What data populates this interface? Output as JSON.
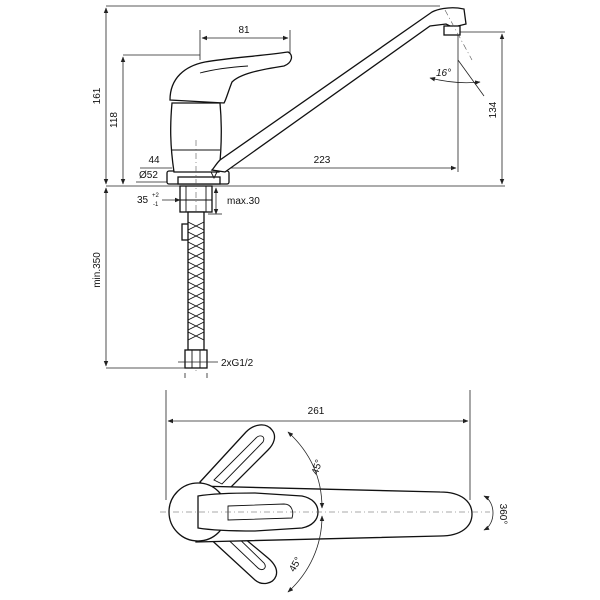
{
  "side_view": {
    "overall_height": "161",
    "body_height": "118",
    "lever_width": "81",
    "spout_height": "134",
    "spout_reach": "223",
    "base_width": "44",
    "base_diameter": "Ø52",
    "deck_thickness_value": "35",
    "deck_tol_plus": "+2",
    "deck_tol_minus": "-1",
    "max_thickness": "max.30",
    "spout_angle": "16°",
    "hose_length": "min.350",
    "connection": "2xG1/2"
  },
  "top_view": {
    "overall_length": "261",
    "lever_angle_up": "45°",
    "lever_angle_down": "45°",
    "spout_rotation": "360°"
  },
  "colors": {
    "line": "#111111",
    "background": "#ffffff"
  }
}
